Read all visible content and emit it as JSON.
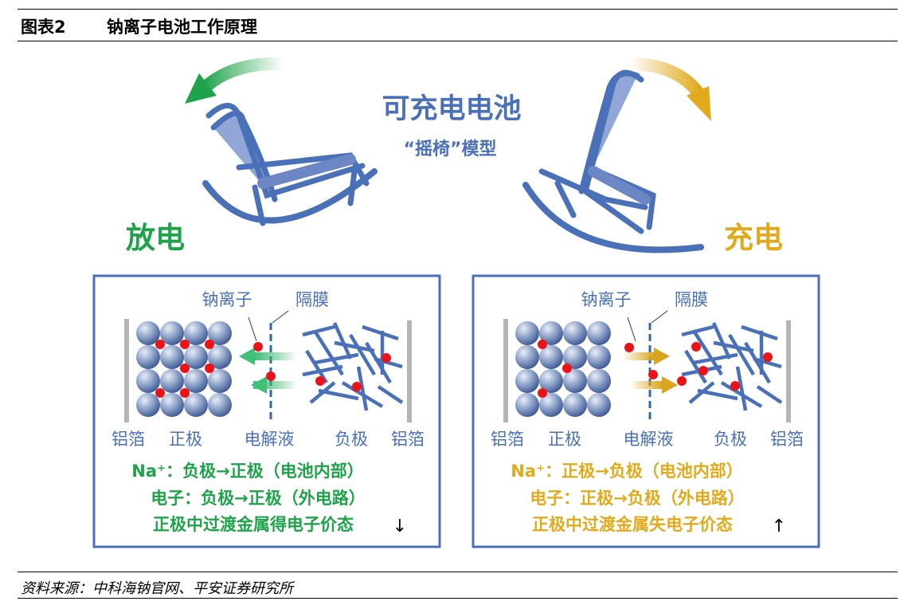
{
  "header": {
    "figure_no": "图表2",
    "title": "钠离子电池工作原理"
  },
  "center": {
    "title": "可充电电池",
    "subtitle": "“摇椅”模型"
  },
  "discharge": {
    "label": "放电",
    "color": "#1ea34a",
    "labels": {
      "sodium_ion": "钠离子",
      "separator": "隔膜",
      "foil_left": "铝箔",
      "cathode": "正极",
      "electrolyte": "电解液",
      "anode": "负极",
      "foil_right": "铝箔"
    },
    "notes": [
      "Na⁺：负极→正极（电池内部）",
      "电子：负极→正极（外电路）",
      "正极中过渡金属得电子价态"
    ],
    "trend_arrow": "↓"
  },
  "charge": {
    "label": "充电",
    "color": "#e0aa1c",
    "labels": {
      "sodium_ion": "钠离子",
      "separator": "隔膜",
      "foil_left": "铝箔",
      "cathode": "正极",
      "electrolyte": "电解液",
      "anode": "负极",
      "foil_right": "铝箔"
    },
    "notes": [
      "Na⁺：正极→负极（电池内部）",
      "电子：正极→负极（外电路）",
      "正极中过渡金属失电子价态"
    ],
    "trend_arrow": "↑"
  },
  "colors": {
    "blue": "#4a70b8",
    "ion": "#e8141a",
    "foil": "#b5b5b5"
  },
  "source": "资料来源：中科海钠官网、平安证券研究所"
}
